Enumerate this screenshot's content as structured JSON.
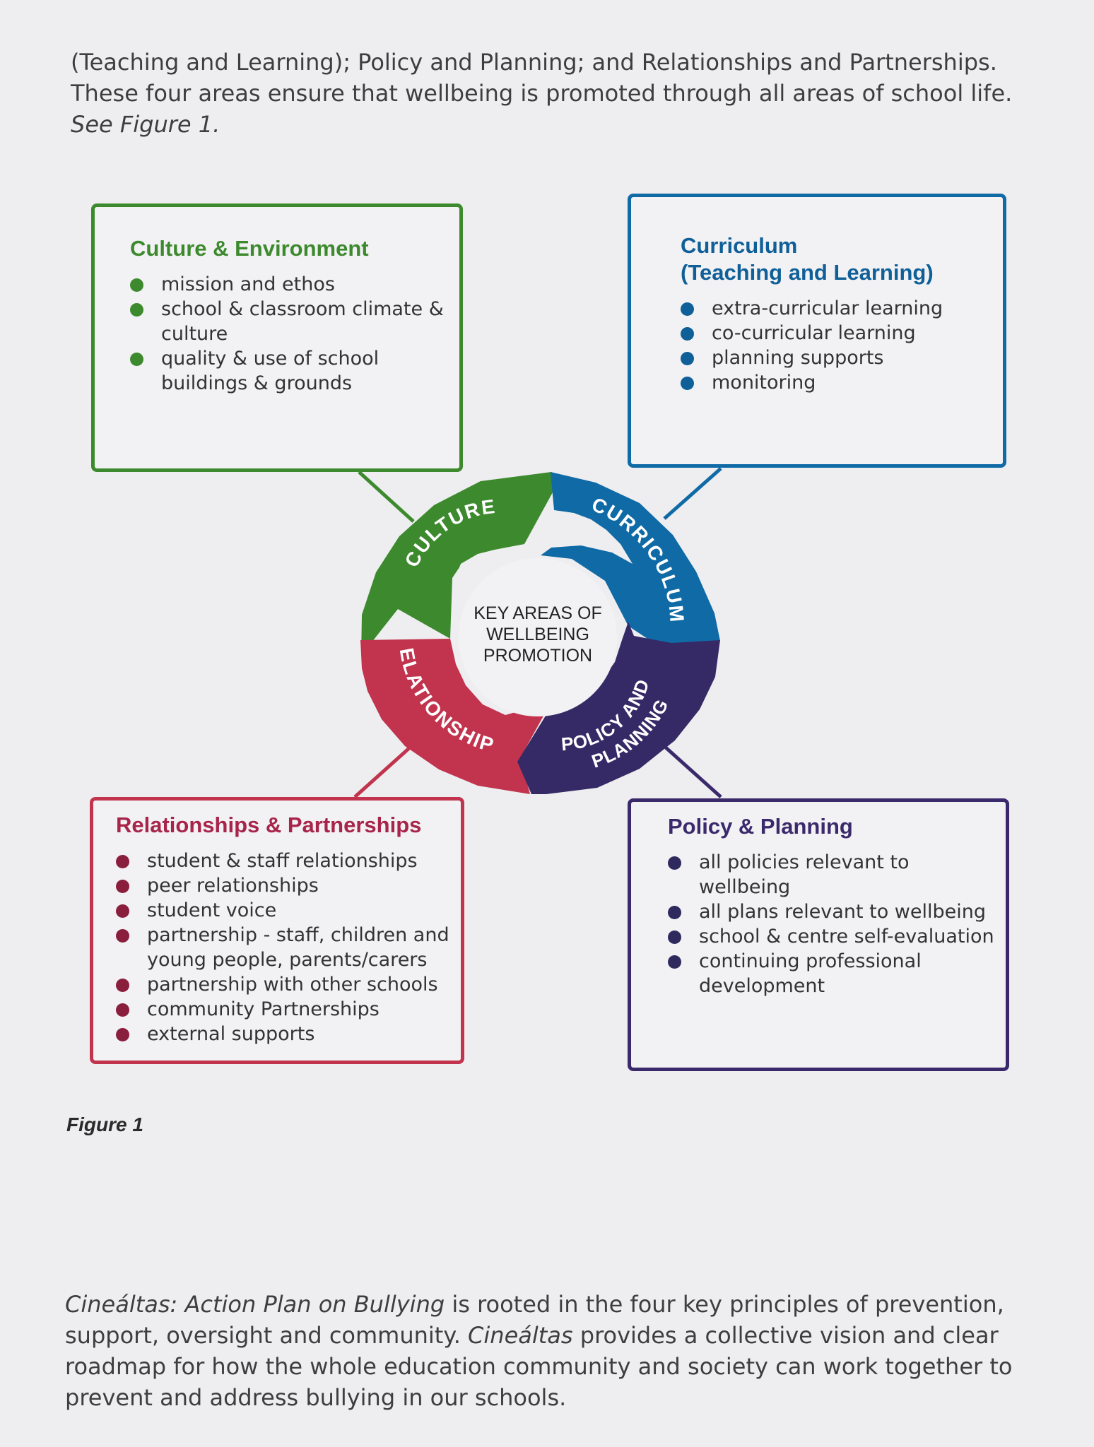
{
  "intro": {
    "text": "(Teaching and Learning); Policy and Planning; and Relationships and Partnerships. These four areas ensure that wellbeing is promoted through all areas of school life.",
    "figure_ref": "See Figure 1."
  },
  "boxes": {
    "culture": {
      "title": "Culture & Environment",
      "items": [
        "mission and ethos",
        "school & classroom climate & culture",
        "quality & use of school buildings & grounds"
      ]
    },
    "curriculum": {
      "title_line1": "Curriculum",
      "title_line2": "(Teaching and Learning)",
      "items": [
        "extra-curricular learning",
        "co-curricular learning",
        "planning supports",
        "monitoring"
      ]
    },
    "relationships": {
      "title": "Relationships & Partnerships",
      "items": [
        "student & staff relationships",
        "peer relationships",
        "student voice",
        "partnership - staff, children and young people, parents/carers",
        "partnership with other schools",
        "community Partnerships",
        "external supports"
      ]
    },
    "policy": {
      "title": "Policy & Planning",
      "items": [
        "all policies relevant to wellbeing",
        "all plans relevant to wellbeing",
        "school & centre self-evaluation",
        "continuing professional development"
      ]
    }
  },
  "wheel": {
    "center_lines": [
      "KEY AREAS OF",
      "WELLBEING",
      "PROMOTION"
    ],
    "segments": {
      "culture": "CULTURE",
      "curriculum": "CURRICULUM",
      "relationships": "RELATIONSHIPS",
      "policy_line1": "POLICY AND",
      "policy_line2": "PLANNING"
    },
    "colors": {
      "culture": "#3d8a2e",
      "curriculum": "#0f6aa6",
      "relationships": "#c2334e",
      "policy": "#352a66"
    }
  },
  "figure_caption": "Figure 1",
  "outro": {
    "title_italic": "Cineáltas: Action Plan on Bullying",
    "text1": " is rooted in the four key principles of prevention, support, oversight and community. ",
    "name_italic": "Cineáltas",
    "text2": " provides a collective vision and clear roadmap for how the whole education community and society can work together to prevent and address bullying in our schools."
  }
}
